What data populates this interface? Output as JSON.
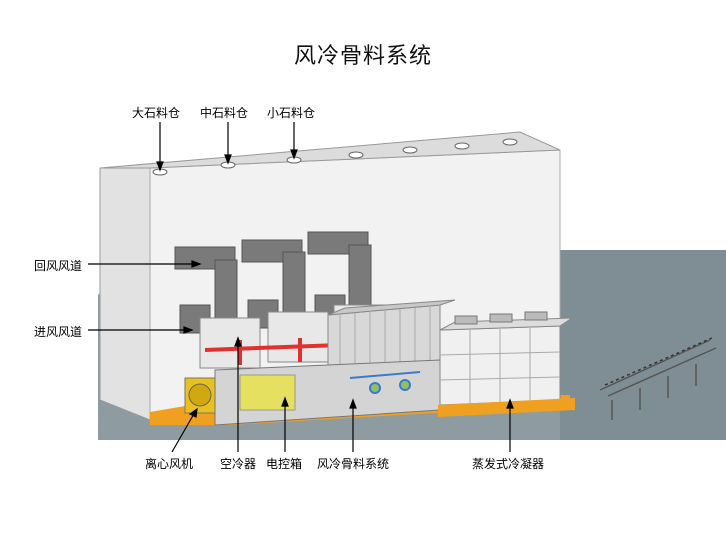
{
  "title": "风冷骨料系统",
  "labels": {
    "big_bin": "大石料仓",
    "mid_bin": "中石料仓",
    "small_bin": "小石料仓",
    "return_duct": "回风风道",
    "intake_duct": "进风风道",
    "fan": "离心风机",
    "air_cooler": "空冷器",
    "control_box": "电控箱",
    "system": "风冷骨料系统",
    "condenser": "蒸发式冷凝器"
  },
  "colors": {
    "wall": "#efefef",
    "ground": "#8c9aa0",
    "duct": "#7e7e7e",
    "base": "#f0a020",
    "pipe_red": "#e03030",
    "fan_yellow": "#e8c020"
  }
}
